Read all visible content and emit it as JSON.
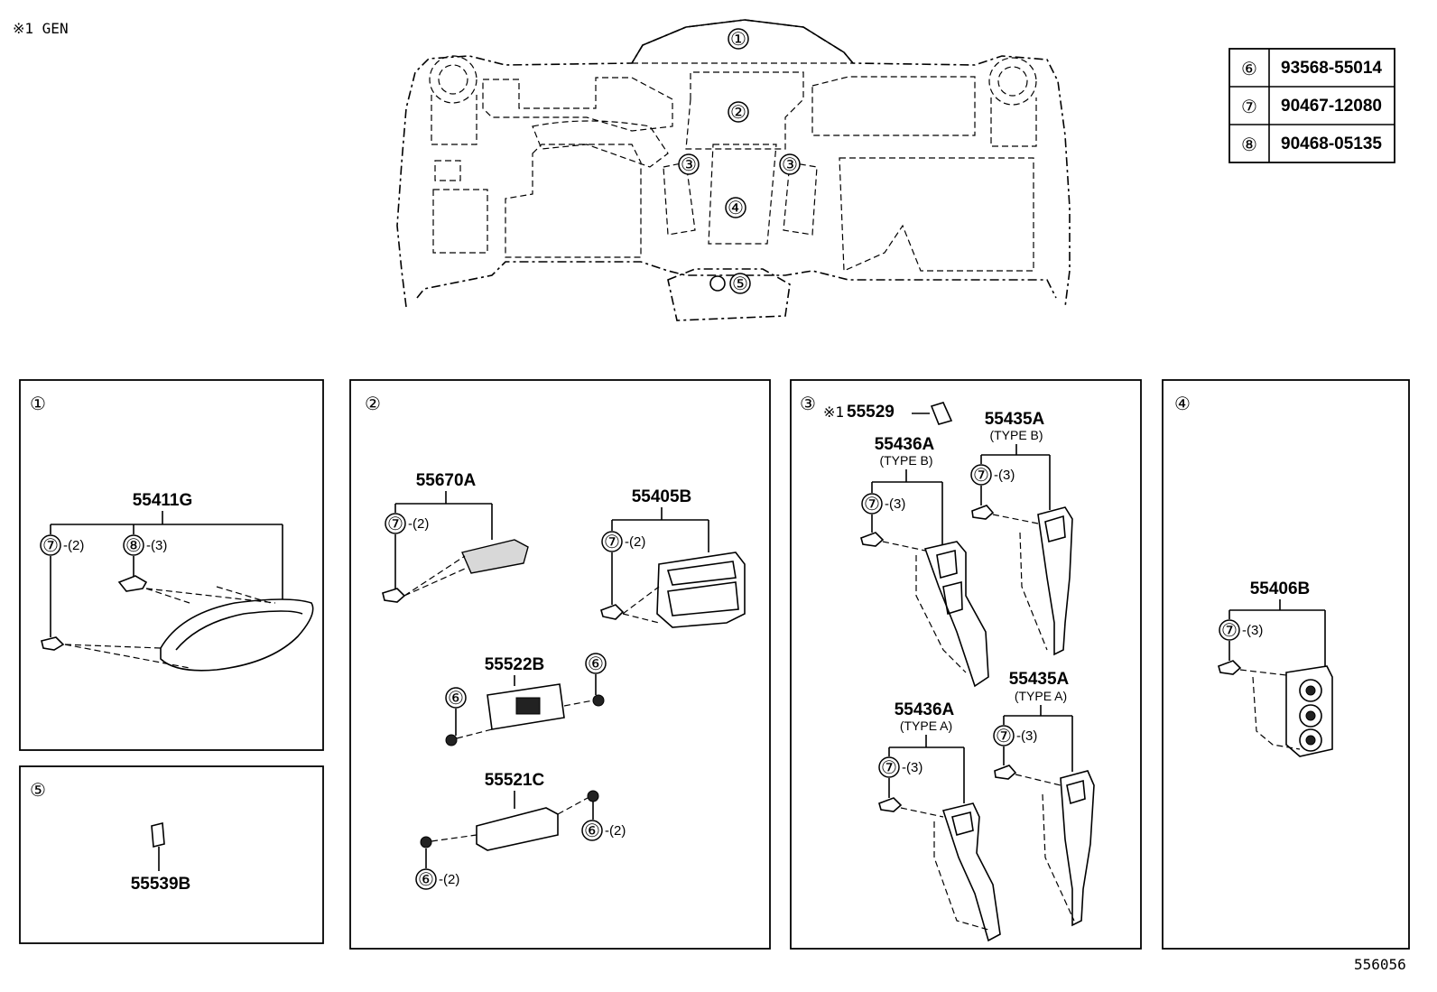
{
  "header": {
    "note": "※1 GEN"
  },
  "figure_id": "556056",
  "overview": {
    "callouts": [
      "①",
      "②",
      "③",
      "③",
      "④",
      "⑤"
    ]
  },
  "fastener_table": [
    {
      "ref": "⑥",
      "part": "93568-55014"
    },
    {
      "ref": "⑦",
      "part": "90467-12080"
    },
    {
      "ref": "⑧",
      "part": "90468-05135"
    }
  ],
  "panels": {
    "p1": {
      "label": "①",
      "part": "55411G",
      "fasteners": [
        {
          "ref": "⑦",
          "qty": "-(2)"
        },
        {
          "ref": "⑧",
          "qty": "-(3)"
        }
      ]
    },
    "p2": {
      "label": "②",
      "parts": {
        "a": {
          "part": "55670A",
          "ref": "⑦",
          "qty": "-(2)"
        },
        "b": {
          "part": "55405B",
          "ref": "⑦",
          "qty": "-(2)"
        },
        "c": {
          "part": "55522B",
          "ref_left": "⑥",
          "ref_right": "⑥"
        },
        "d": {
          "part": "55521C",
          "ref_right": "⑥",
          "qty_right": "-(2)",
          "ref_left": "⑥",
          "qty_left": "-(2)"
        }
      }
    },
    "p3": {
      "label": "③",
      "cover": {
        "prefix": "※1",
        "part": "55529"
      },
      "a": {
        "part": "55436A",
        "type": "(TYPE B)",
        "ref": "⑦",
        "qty": "-(3)"
      },
      "b": {
        "part": "55435A",
        "type": "(TYPE B)",
        "ref": "⑦",
        "qty": "-(3)"
      },
      "c": {
        "part": "55436A",
        "type": "(TYPE A)",
        "ref": "⑦",
        "qty": "-(3)"
      },
      "d": {
        "part": "55435A",
        "type": "(TYPE A)",
        "ref": "⑦",
        "qty": "-(3)"
      }
    },
    "p4": {
      "label": "④",
      "part": "55406B",
      "ref": "⑦",
      "qty": "-(3)"
    },
    "p5": {
      "label": "⑤",
      "part": "55539B"
    }
  }
}
